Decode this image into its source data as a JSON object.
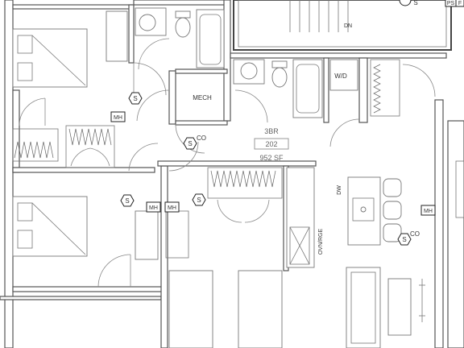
{
  "unit": {
    "type": "3BR",
    "number": "202",
    "area": "952 SF"
  },
  "rooms": {
    "mech": "MECH",
    "washer_dryer": "W/D",
    "stair": "DN"
  },
  "appliances": {
    "dishwasher": "DW",
    "oven_range": "OVN/RGE"
  },
  "symbols": {
    "smoke_detector": "S",
    "carbon_monoxide": "CO",
    "media_hub": "MH",
    "panel": "PS",
    "panel_f": "F"
  },
  "colors": {
    "walls": "#555555",
    "lines": "#777777",
    "background": "#ffffff"
  }
}
